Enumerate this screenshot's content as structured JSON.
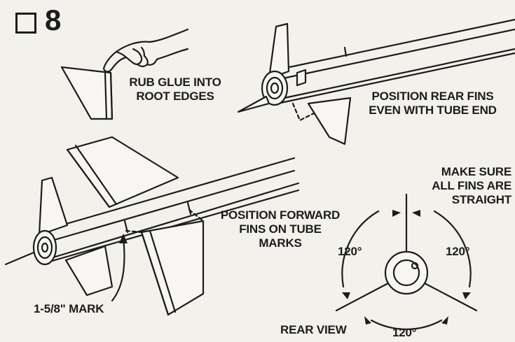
{
  "step": {
    "number": "8",
    "checkbox_label": "step-8-checkbox"
  },
  "labels": {
    "rub_glue": [
      "RUB GLUE INTO",
      "ROOT EDGES"
    ],
    "rear_fins": [
      "POSITION REAR FINS",
      "EVEN WITH TUBE END"
    ],
    "forward_fins": [
      "POSITION FORWARD",
      "FINS ON TUBE",
      "MARKS"
    ],
    "make_sure": [
      "MAKE SURE",
      "ALL FINS ARE",
      "STRAIGHT"
    ],
    "mark": "1-5/8\" MARK",
    "rear_view": "REAR VIEW",
    "angle_left": "120°",
    "angle_right": "120°",
    "angle_bottom": "120°"
  },
  "colors": {
    "ink": "#1c1c1c",
    "paper": "#f3f1ec"
  }
}
